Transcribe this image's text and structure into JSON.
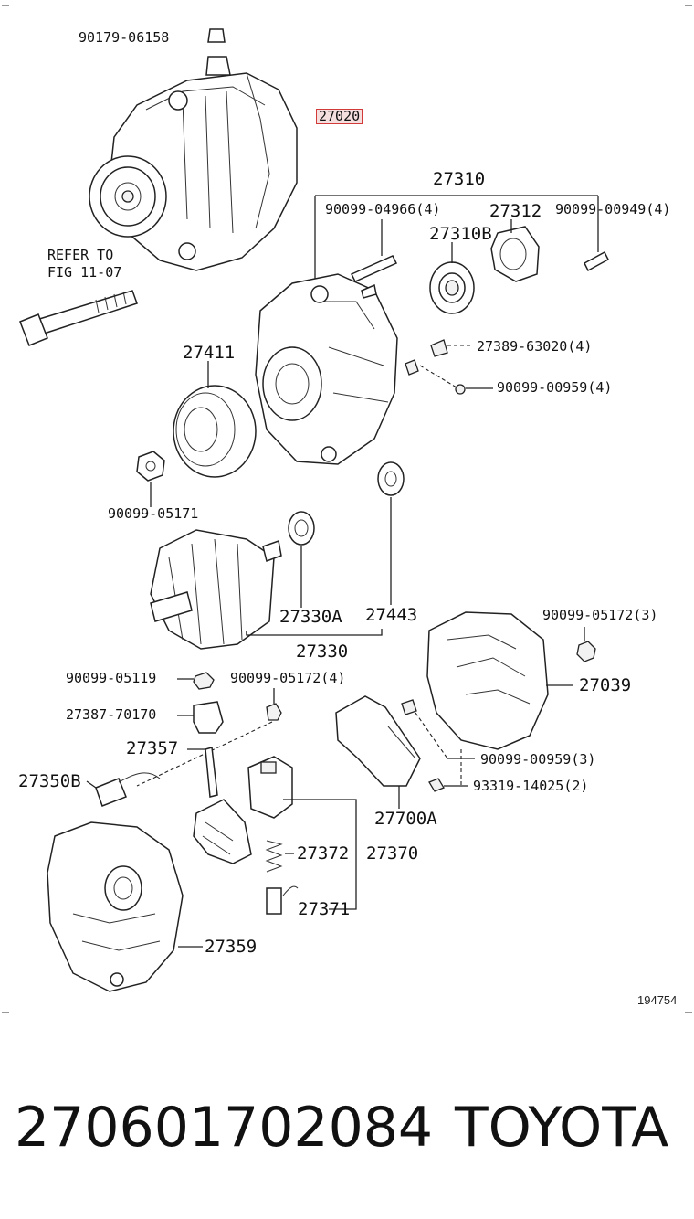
{
  "diagram": {
    "figure_number": "194754",
    "refer_note": [
      "REFER TO",
      "FIG 11-07"
    ],
    "highlighted_part": "27020",
    "labels": {
      "p90179_06158": "90179-06158",
      "p27020": "27020",
      "p27310": "27310",
      "p90099_04966": "90099-04966(4)",
      "p27312": "27312",
      "p90099_00949": "90099-00949(4)",
      "p27310B": "27310B",
      "p27389_63020": "27389-63020(4)",
      "p90099_00959a": "90099-00959(4)",
      "p27411": "27411",
      "p90099_05171": "90099-05171",
      "p27330A": "27330A",
      "p27443": "27443",
      "p27330": "27330",
      "p90099_05172a": "90099-05172(3)",
      "p27039": "27039",
      "p90099_05119": "90099-05119",
      "p90099_05172b": "90099-05172(4)",
      "p27387_70170": "27387-70170",
      "p27357": "27357",
      "p90099_00959b": "90099-00959(3)",
      "p27350B": "27350B",
      "p93319_14025": "93319-14025(2)",
      "p27700A": "27700A",
      "p27372": "27372",
      "p27370": "27370",
      "p27371": "27371",
      "p27359": "27359"
    }
  },
  "footer": {
    "part_number": "270601702084",
    "brand": "TOYOTA"
  }
}
